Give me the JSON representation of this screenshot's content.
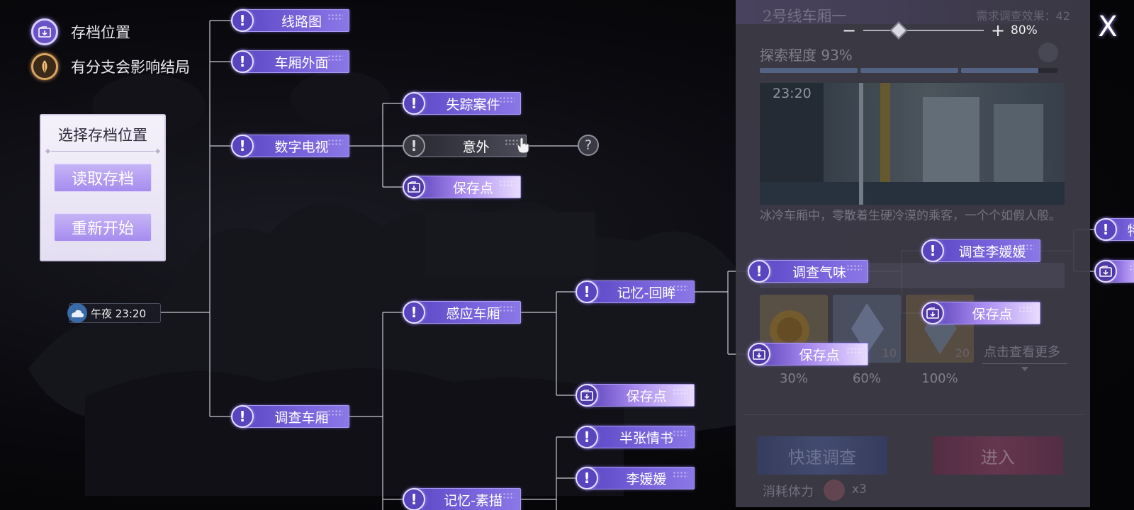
{
  "legend": {
    "save_label": "存档位置",
    "branch_label": "有分支会影响结局"
  },
  "save_panel": {
    "title": "选择存档位置",
    "load_label": "读取存档",
    "restart_label": "重新开始"
  },
  "time_node": {
    "label": "午夜 23:20"
  },
  "tree_nodes": [
    {
      "id": "route-map",
      "label": "线路图",
      "kind": "event",
      "col": 1,
      "state": "active"
    },
    {
      "id": "outside",
      "label": "车厢外面",
      "kind": "event",
      "col": 1,
      "state": "active"
    },
    {
      "id": "digital-tv",
      "label": "数字电视",
      "kind": "event",
      "col": 1,
      "state": "active"
    },
    {
      "id": "missing-case",
      "label": "失踪案件",
      "kind": "event",
      "col": 2,
      "state": "active"
    },
    {
      "id": "accident",
      "label": "意外",
      "kind": "event",
      "col": 2,
      "state": "locked"
    },
    {
      "id": "save-1",
      "label": "保存点",
      "kind": "save",
      "col": 2,
      "state": "active"
    },
    {
      "id": "sense-car",
      "label": "感应车厢",
      "kind": "event",
      "col": 2,
      "state": "active"
    },
    {
      "id": "memory-glance",
      "label": "记忆-回眸",
      "kind": "event",
      "col": 3,
      "state": "active"
    },
    {
      "id": "save-2",
      "label": "保存点",
      "kind": "save",
      "col": 3,
      "state": "active"
    },
    {
      "id": "smell",
      "label": "调查气味",
      "kind": "event",
      "col": 4,
      "state": "active"
    },
    {
      "id": "save-3",
      "label": "保存点",
      "kind": "save",
      "col": 4,
      "state": "active"
    },
    {
      "id": "li-ai",
      "label": "调查李媛媛",
      "kind": "event",
      "col": 5,
      "state": "active"
    },
    {
      "id": "save-4",
      "label": "保存点",
      "kind": "save",
      "col": 5,
      "state": "active"
    },
    {
      "id": "special",
      "label": "特",
      "kind": "event",
      "col": 6,
      "state": "active"
    },
    {
      "id": "save-5",
      "label": "",
      "kind": "save",
      "col": 6,
      "state": "active"
    },
    {
      "id": "investigate-car",
      "label": "调查车厢",
      "kind": "event",
      "col": 1,
      "state": "active"
    },
    {
      "id": "half-letter",
      "label": "半张情书",
      "kind": "event",
      "col": 3,
      "state": "active"
    },
    {
      "id": "li-yuanyuan",
      "label": "李媛媛",
      "kind": "event",
      "col": 3,
      "state": "active"
    },
    {
      "id": "memory-sketch",
      "label": "记忆-素描",
      "kind": "event",
      "col": 2,
      "state": "active"
    }
  ],
  "unknown_node": "?",
  "right_panel": {
    "title": "2号线车厢一",
    "requirement": "需求调查效果：42",
    "exploration": "探索程度  93%",
    "exploration_value": 0.93,
    "scene_time": "23:20",
    "description": "冰冷车厢中，零散着生硬冷漠的乘客，一个个如假人般。",
    "rewards": [
      {
        "percent": "30%",
        "count": "",
        "color": "#6b5a3e"
      },
      {
        "percent": "60%",
        "count": "10",
        "color": "#5b6478"
      },
      {
        "percent": "100%",
        "count": "20",
        "color": "#6a5a4c"
      }
    ],
    "more_label": "点击查看更多",
    "quick_label": "快速调查",
    "enter_label": "进入",
    "cost_label": "消耗体力",
    "cost_value": "x3"
  },
  "zoom": {
    "minus": "−",
    "plus": "+",
    "percent": "80%",
    "value": 0.8
  },
  "close_label": "X",
  "icons": {
    "legend_save": "save-location-icon",
    "legend_branch": "branch-ending-icon",
    "time": "cloud-moon-icon",
    "event": "exclamation-icon",
    "save": "save-download-icon",
    "locked": "hand-pointer-icon"
  }
}
